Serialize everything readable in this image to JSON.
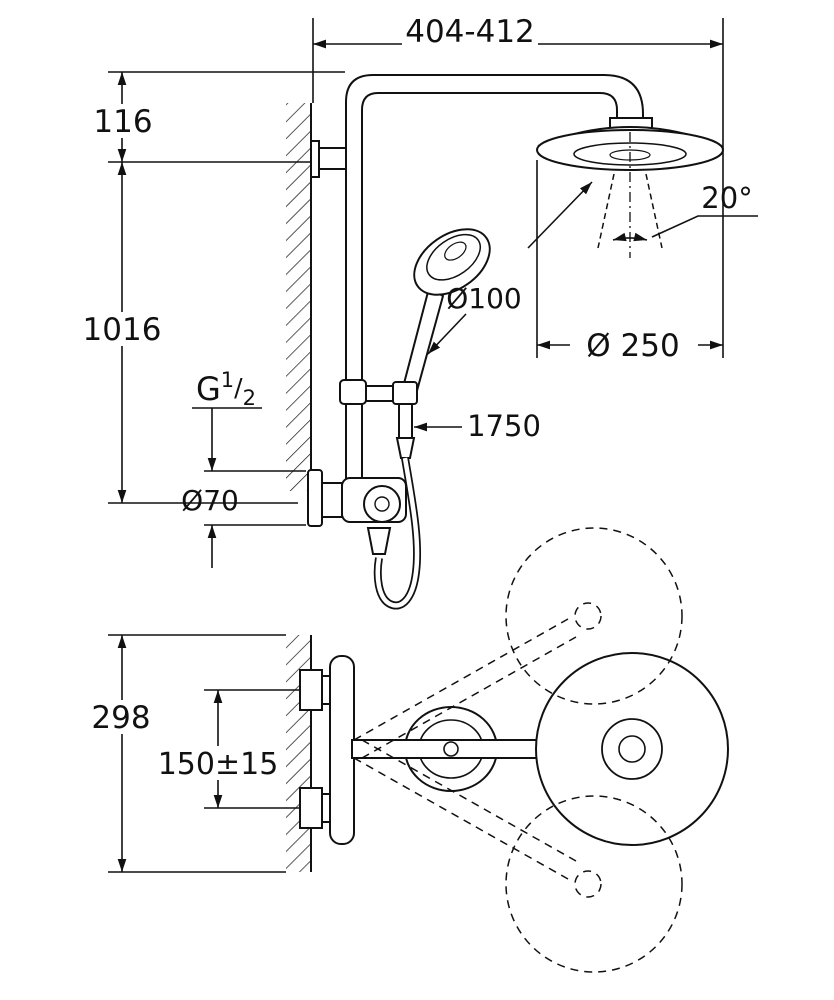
{
  "colors": {
    "line": "#111111",
    "background": "#ffffff"
  },
  "labels": {
    "width_range": "404-412",
    "top_offset": "116",
    "rail_height": "1016",
    "thread_prefix": "G",
    "thread_numerator": "1",
    "thread_slash": "/",
    "thread_denominator": "2",
    "escutcheon_diameter": "Ø70",
    "hand_shower_diameter": "Ø100",
    "head_shower_diameter": "Ø 250",
    "spray_angle": "20°",
    "hose_length": "1750",
    "bracket_height": "298",
    "supply_spacing": "150±15"
  }
}
